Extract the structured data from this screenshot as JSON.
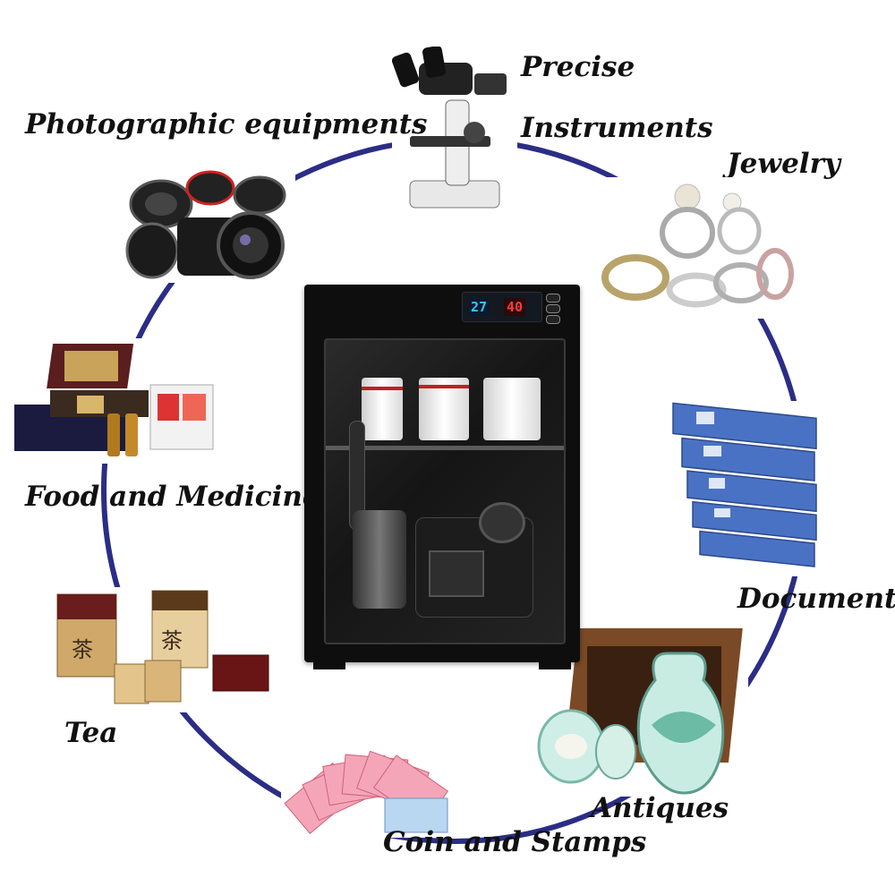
{
  "labels": {
    "precise": "Precise",
    "instruments": "Instruments",
    "photographic": "Photographic equipments",
    "jewelry": "Jewelry",
    "food": "Food and Medicine",
    "documents": "Documents",
    "tea": "Tea",
    "antiques": "Antiques",
    "coin": "Coin and Stamps"
  },
  "cabinet": {
    "temperature": "27",
    "humidity": "40"
  },
  "colors": {
    "ring": "#2b2d86",
    "label": "#111111",
    "display_temp": "#35c7ff",
    "display_humidity": "#ff3b3b"
  },
  "icons": [
    "microscope-icon",
    "camera-icon",
    "ring-icon",
    "gift-box-icon",
    "binder-icon",
    "tea-box-icon",
    "vase-icon",
    "banknote-icon",
    "dry-cabinet-icon"
  ]
}
